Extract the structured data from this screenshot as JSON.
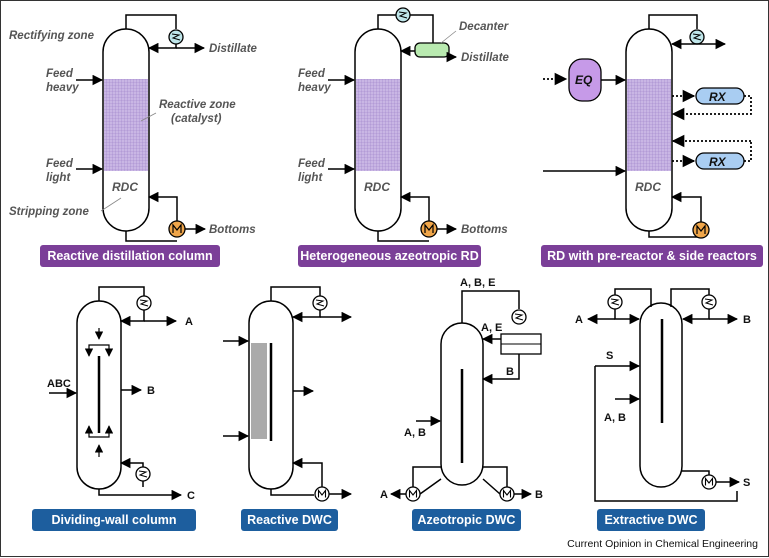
{
  "labels": {
    "rectifying_zone": "Rectifying zone",
    "feed_heavy": "Feed\nheavy",
    "feed_light": "Feed\nlight",
    "reactive_zone": "Reactive zone\n(catalyst)",
    "rdc": "RDC",
    "stripping_zone": "Stripping zone",
    "distillate": "Distillate",
    "bottoms": "Bottoms",
    "decanter": "Decanter",
    "eq": "EQ",
    "rx": "RX",
    "a": "A",
    "b": "B",
    "c": "C",
    "s": "S",
    "abc": "ABC",
    "a_b": "A, B",
    "a_b_e": "A, B, E",
    "a_e": "A, E"
  },
  "titles": {
    "t1": "Reactive distillation column",
    "t2": "Heterogeneous azeotropic RD",
    "t3": "RD with pre-reactor & side reactors",
    "t4": "Dividing-wall column",
    "t5": "Reactive DWC",
    "t6": "Azeotropic DWC",
    "t7": "Extractive DWC"
  },
  "credit": "Current Opinion in Chemical Engineering",
  "colors": {
    "purple_badge": "#7b3f98",
    "blue_badge": "#1d5e9e",
    "reactive_zone": "#c9b6e4",
    "condenser": "#bfe6ea",
    "reboiler": "#f0a64a",
    "decanter": "#b9eab0",
    "eq_reactor": "#c69ae8",
    "rx_reactor": "#a9cdf2",
    "reactive_wall": "#aaaaaa"
  },
  "icons": [
    "condenser-icon",
    "reboiler-icon",
    "decanter-icon",
    "arrow-icon"
  ]
}
